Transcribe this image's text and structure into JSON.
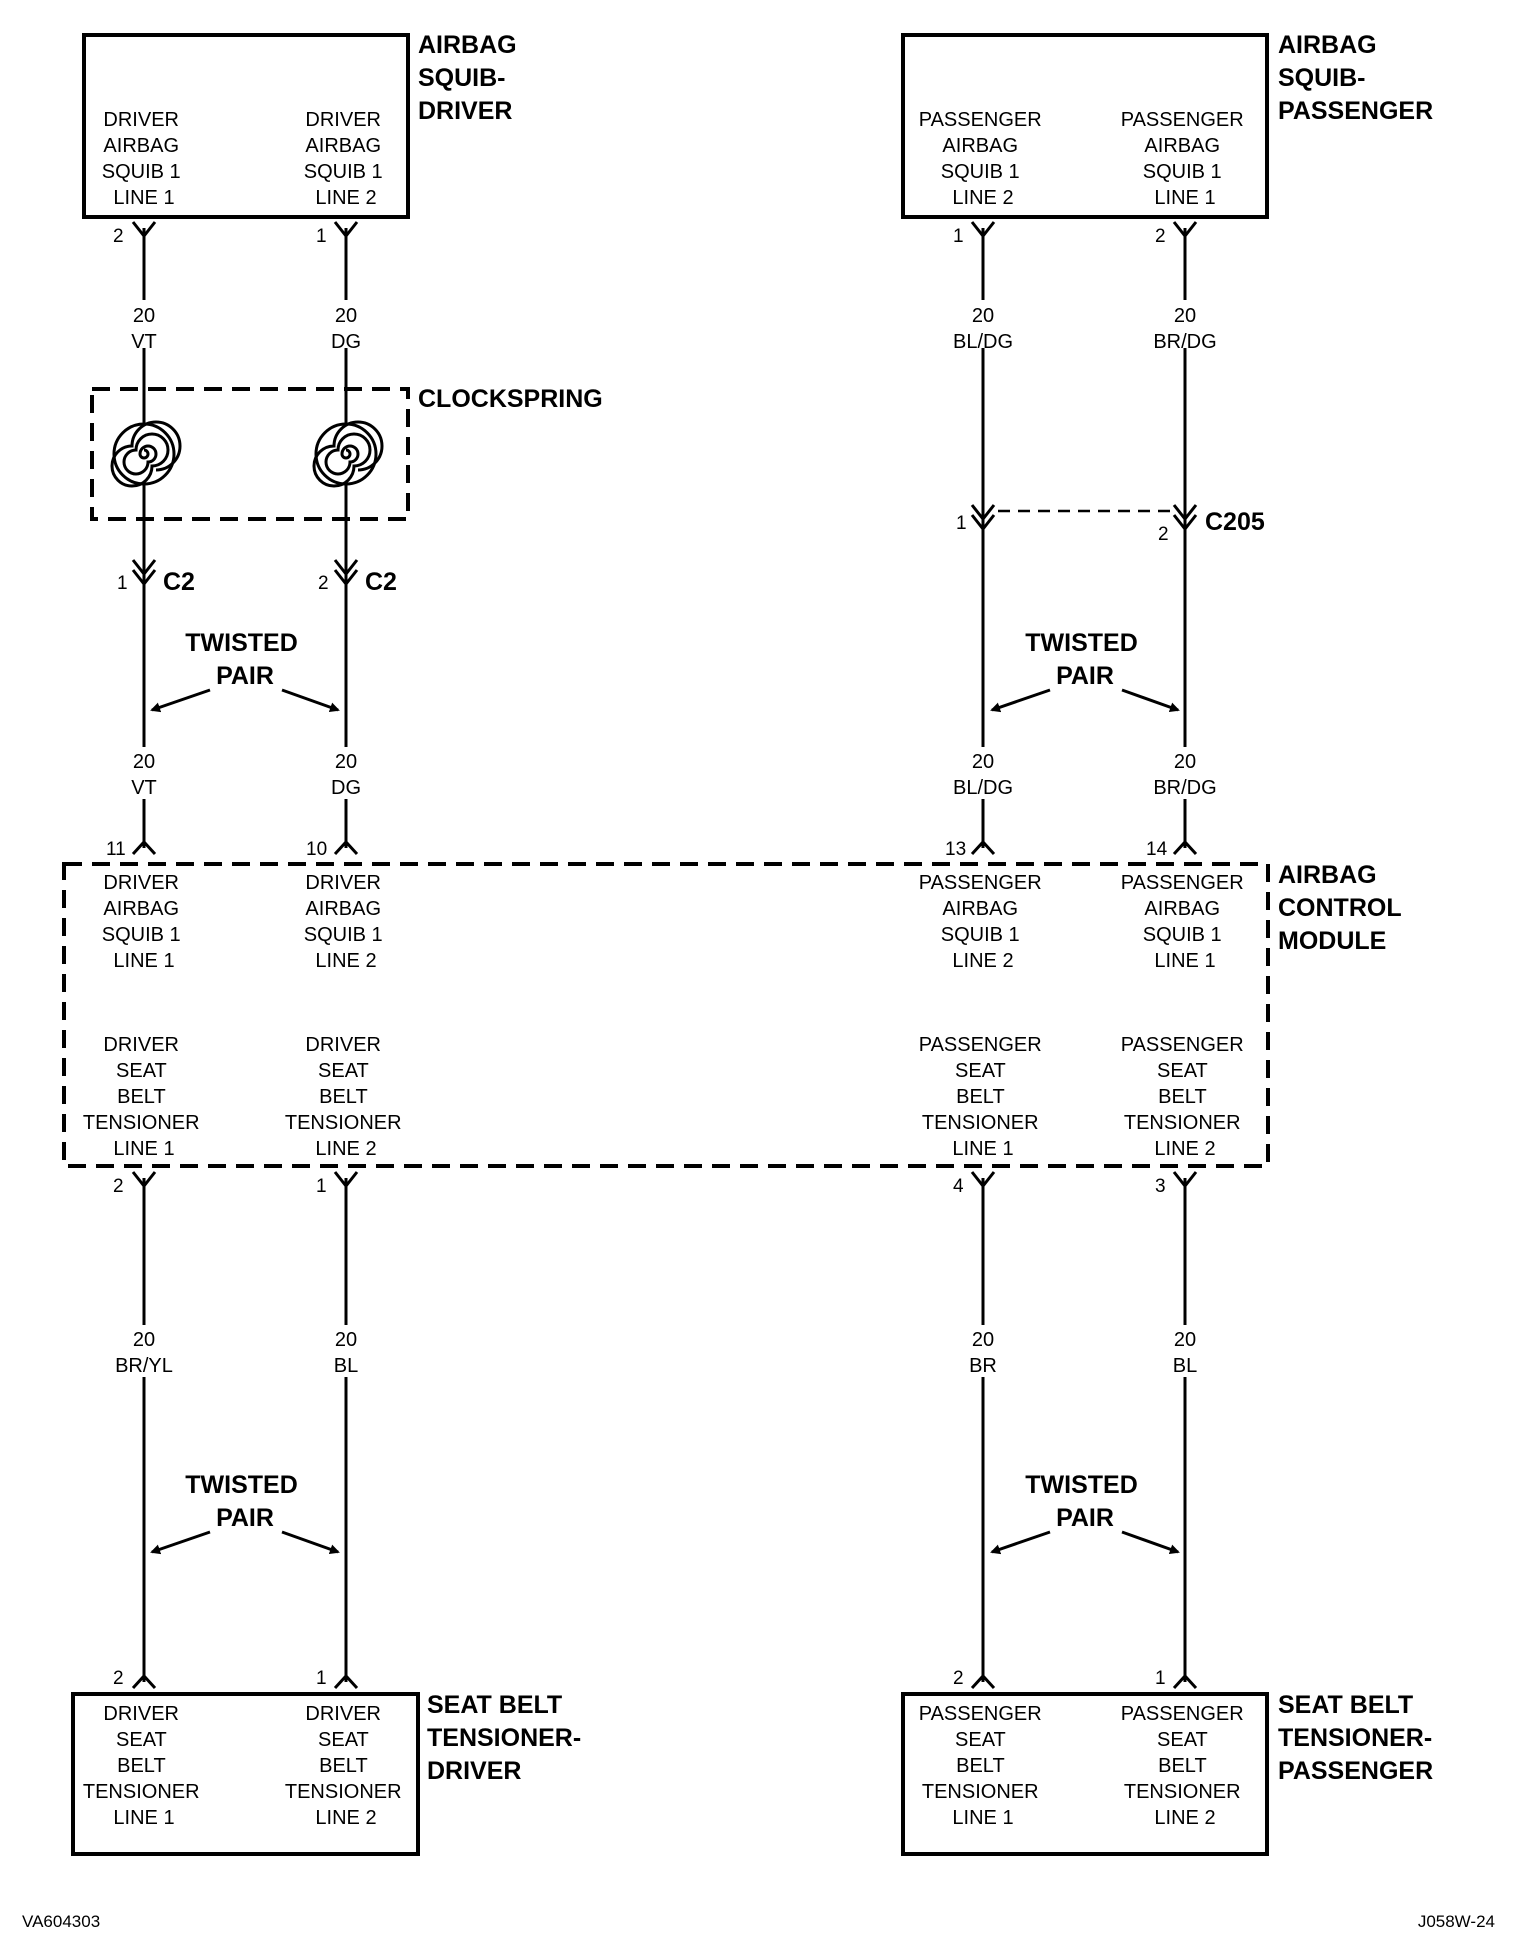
{
  "components": {
    "squib_driver": {
      "title": [
        "AIRBAG",
        "SQUIB-",
        "DRIVER"
      ],
      "pin_left": [
        "DRIVER",
        "AIRBAG",
        "SQUIB 1",
        "LINE 1"
      ],
      "pin_right": [
        "DRIVER",
        "AIRBAG",
        "SQUIB 1",
        "LINE 2"
      ]
    },
    "squib_passenger": {
      "title": [
        "AIRBAG",
        "SQUIB-",
        "PASSENGER"
      ],
      "pin_left": [
        "PASSENGER",
        "AIRBAG",
        "SQUIB 1",
        "LINE 2"
      ],
      "pin_right": [
        "PASSENGER",
        "AIRBAG",
        "SQUIB 1",
        "LINE 1"
      ]
    },
    "clockspring": {
      "title": "CLOCKSPRING"
    },
    "acm": {
      "title": [
        "AIRBAG",
        "CONTROL",
        "MODULE"
      ],
      "squib_cols": [
        [
          "DRIVER",
          "AIRBAG",
          "SQUIB 1",
          "LINE 1"
        ],
        [
          "DRIVER",
          "AIRBAG",
          "SQUIB 1",
          "LINE 2"
        ],
        [
          "PASSENGER",
          "AIRBAG",
          "SQUIB 1",
          "LINE 2"
        ],
        [
          "PASSENGER",
          "AIRBAG",
          "SQUIB 1",
          "LINE 1"
        ]
      ],
      "tensioner_cols": [
        [
          "DRIVER",
          "SEAT",
          "BELT",
          "TENSIONER",
          "LINE 1"
        ],
        [
          "DRIVER",
          "SEAT",
          "BELT",
          "TENSIONER",
          "LINE 2"
        ],
        [
          "PASSENGER",
          "SEAT",
          "BELT",
          "TENSIONER",
          "LINE 1"
        ],
        [
          "PASSENGER",
          "SEAT",
          "BELT",
          "TENSIONER",
          "LINE 2"
        ]
      ]
    },
    "tensioner_driver": {
      "title": [
        "SEAT BELT",
        "TENSIONER-",
        "DRIVER"
      ],
      "pin_left": [
        "DRIVER",
        "SEAT",
        "BELT",
        "TENSIONER",
        "LINE 1"
      ],
      "pin_right": [
        "DRIVER",
        "SEAT",
        "BELT",
        "TENSIONER",
        "LINE 2"
      ]
    },
    "tensioner_passenger": {
      "title": [
        "SEAT BELT",
        "TENSIONER-",
        "PASSENGER"
      ],
      "pin_left": [
        "PASSENGER",
        "SEAT",
        "BELT",
        "TENSIONER",
        "LINE 1"
      ],
      "pin_right": [
        "PASSENGER",
        "SEAT",
        "BELT",
        "TENSIONER",
        "LINE 2"
      ]
    }
  },
  "wires": {
    "drv_squib_upper": [
      [
        "20",
        "VT"
      ],
      [
        "20",
        "DG"
      ]
    ],
    "psg_squib_upper": [
      [
        "20",
        "BL/DG"
      ],
      [
        "20",
        "BR/DG"
      ]
    ],
    "drv_squib_lower": [
      [
        "20",
        "VT"
      ],
      [
        "20",
        "DG"
      ]
    ],
    "psg_squib_lower": [
      [
        "20",
        "BL/DG"
      ],
      [
        "20",
        "BR/DG"
      ]
    ],
    "drv_tensioner": [
      [
        "20",
        "BR/YL"
      ],
      [
        "20",
        "BL"
      ]
    ],
    "psg_tensioner": [
      [
        "20",
        "BR"
      ],
      [
        "20",
        "BL"
      ]
    ]
  },
  "pins": {
    "squib_driver": [
      "2",
      "1"
    ],
    "squib_passenger": [
      "1",
      "2"
    ],
    "c2": [
      "1",
      "2"
    ],
    "c205": [
      "1",
      "2"
    ],
    "acm_top": [
      "11",
      "10",
      "13",
      "14"
    ],
    "acm_bottom": [
      "2",
      "1",
      "4",
      "3"
    ],
    "tensioner_driver": [
      "2",
      "1"
    ],
    "tensioner_passenger": [
      "2",
      "1"
    ]
  },
  "connectors": {
    "c2": "C2",
    "c205": "C205"
  },
  "twisted_pair": [
    "TWISTED",
    "PAIR"
  ],
  "footer": {
    "left": "VA604303",
    "right": "J058W-24"
  }
}
